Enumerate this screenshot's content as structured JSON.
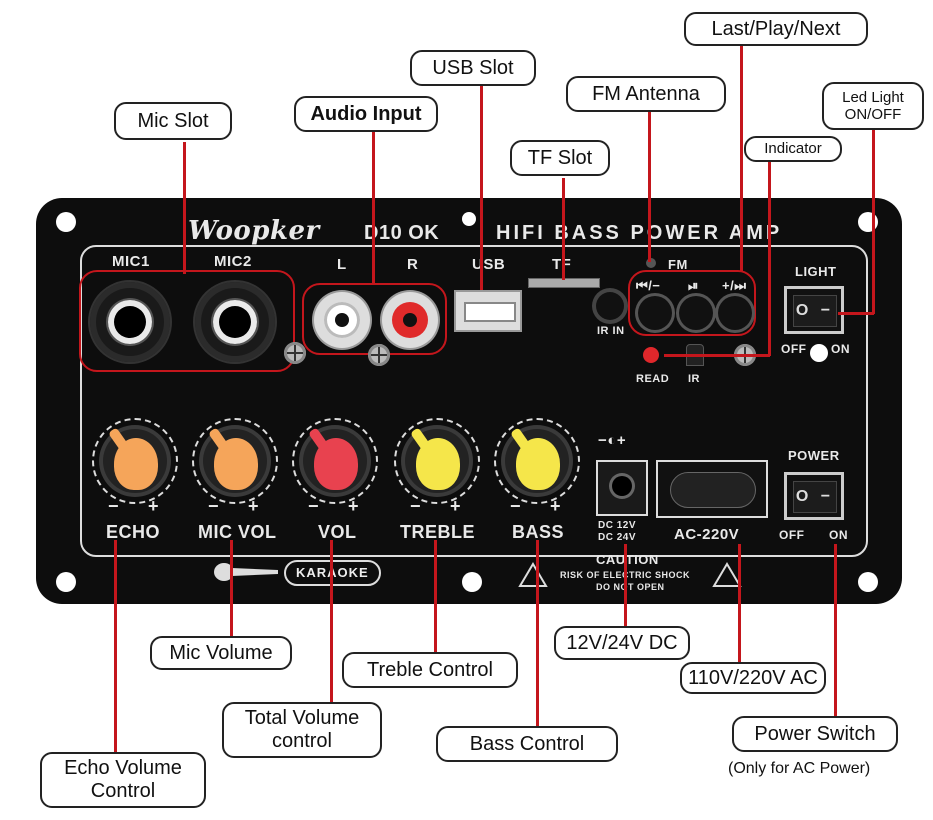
{
  "callouts": {
    "last_play_next": "Last/Play/Next",
    "usb_slot": "USB Slot",
    "fm_antenna": "FM Antenna",
    "led_light": "Led Light\nON/OFF",
    "mic_slot": "Mic Slot",
    "audio_input": "Audio Input",
    "tf_slot": "TF Slot",
    "indicator": "Indicator",
    "mic_volume": "Mic Volume",
    "treble_control": "Treble Control",
    "dc_power": "12V/24V DC",
    "ac_power": "110V/220V AC",
    "total_volume": "Total Volume\ncontrol",
    "bass_control": "Bass Control",
    "power_switch": "Power Switch",
    "power_note": "(Only for AC Power)",
    "echo_volume": "Echo Volume\nControl"
  },
  "board": {
    "brand": "Woopker",
    "model": "D10 OK",
    "product": "HIFI BASS POWER AMP",
    "mic1": "MIC1",
    "mic2": "MIC2",
    "left": "L",
    "right": "R",
    "usb": "USB",
    "tf": "TF",
    "fm": "FM",
    "prev_symbol": "⏮/−",
    "play_symbol": "⏯",
    "next_symbol": "+/⏭",
    "ir_in": "IR IN",
    "read": "READ",
    "ir": "IR",
    "light": "LIGHT",
    "off": "OFF",
    "on": "ON",
    "power": "POWER",
    "dc_symbol": "−◐+",
    "dc_rating_1": "DC 12V",
    "dc_rating_2": "DC 24V",
    "ac_rating": "AC-220V",
    "caution_title": "CAUTION",
    "caution_line1": "RISK OF ELECTRIC SHOCK",
    "caution_line2": "DO NOT OPEN",
    "karaoke": "KARAOKE",
    "minus": "−",
    "plus": "+",
    "switch_mark": "O −",
    "knobs": [
      {
        "label": "ECHO",
        "color": "#f5a55a"
      },
      {
        "label": "MIC VOL",
        "color": "#f5a55a"
      },
      {
        "label": "VOL",
        "color": "#e8424f"
      },
      {
        "label": "TREBLE",
        "color": "#f5e64a"
      },
      {
        "label": "BASS",
        "color": "#f5e64a"
      }
    ]
  },
  "colors": {
    "leader_line": "#c4161c",
    "board": "#0d0d0d"
  }
}
